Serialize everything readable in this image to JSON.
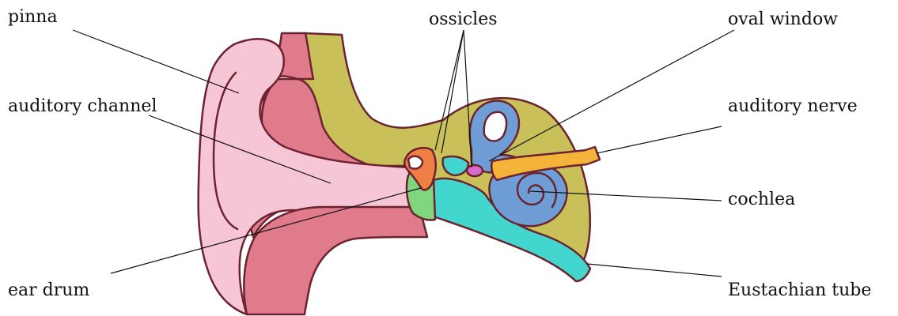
{
  "labels": {
    "pinna": "pinna",
    "auditory_channel": "auditory channel",
    "ear_drum": "ear drum",
    "ossicles": "ossicles",
    "oval_window": "oval window",
    "auditory_nerve": "auditory nerve",
    "cochlea": "cochlea",
    "eustachian_tube": "Eustachian tube"
  },
  "colors": {
    "pinna": "#f6c6d6",
    "ear_canal_wall": "#e07b8c",
    "bone": "#c9c05a",
    "ear_drum": "#7fd67d",
    "ossicles": "#ef7f45",
    "tube": "#43d6cf",
    "cochlea": "#6f9ed6",
    "nerve": "#f4b43a",
    "oval_window": "#d96bd0",
    "outline": "#6b2330"
  }
}
